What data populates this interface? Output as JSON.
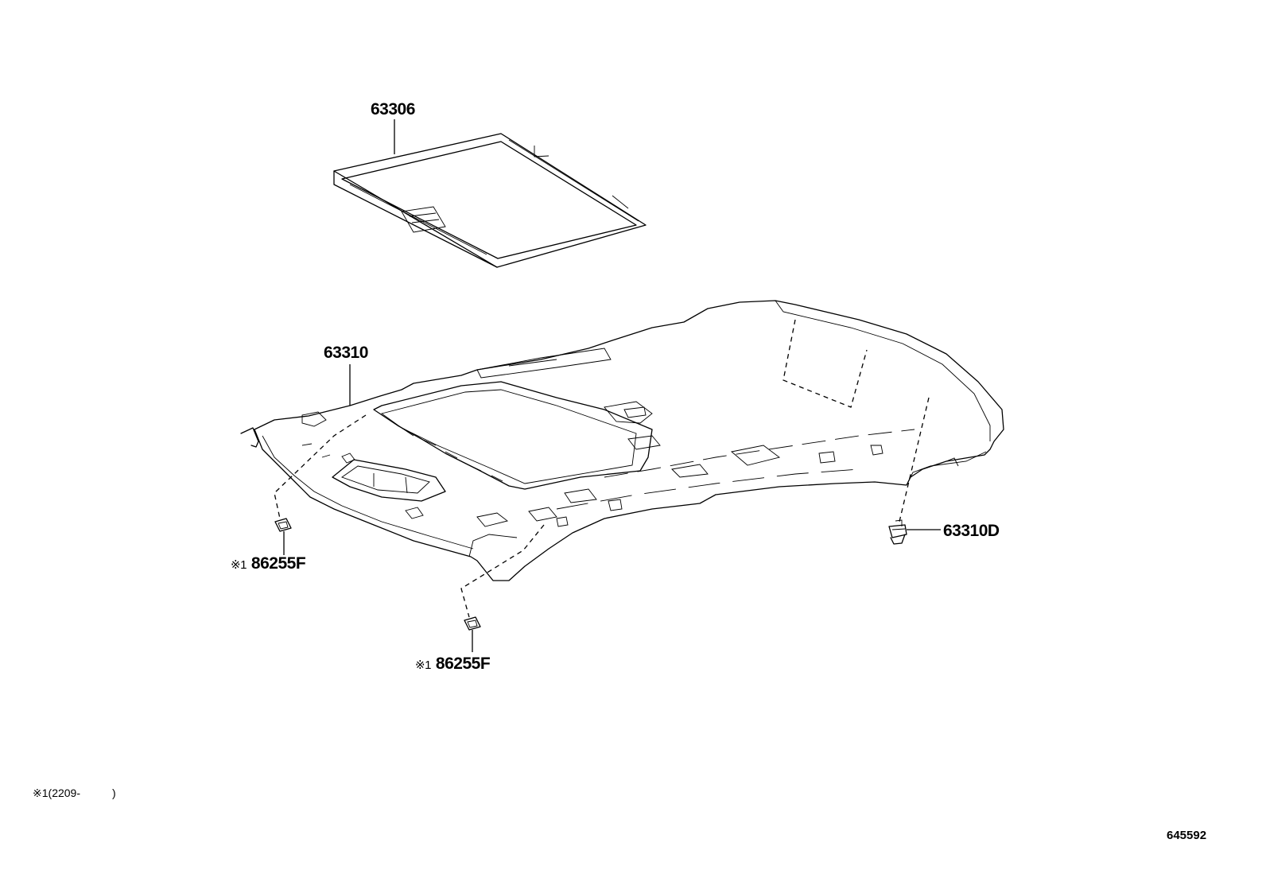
{
  "callouts": {
    "sunshade": "63306",
    "headliner": "63310",
    "clip": "63310D",
    "nut_left": "86255F",
    "nut_center": "86255F",
    "nut_left_mark": "※1",
    "nut_center_mark": "※1"
  },
  "footnote": {
    "mark": "※1",
    "open_paren": "(2209-",
    "close_paren": ")"
  },
  "illustration_id": "645592"
}
